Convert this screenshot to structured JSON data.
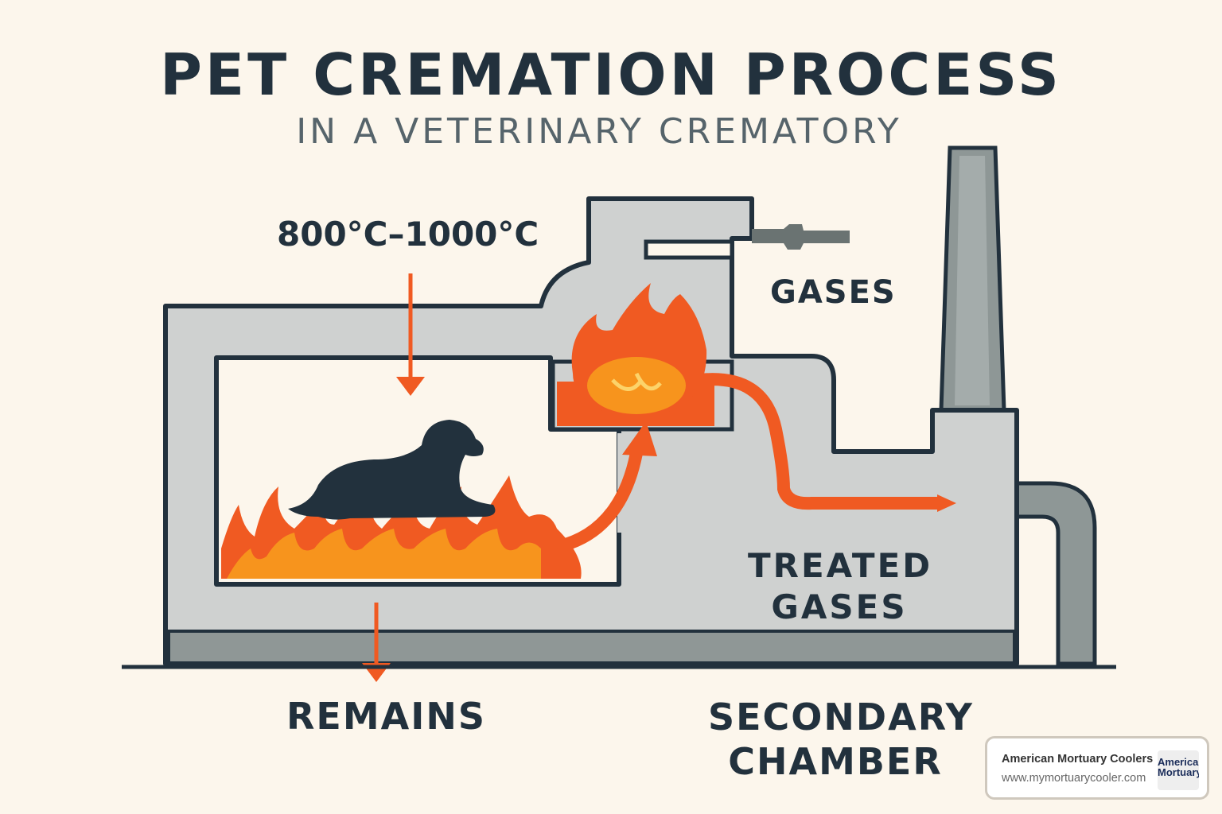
{
  "title": "PET CREMATION PROCESS",
  "subtitle": "IN A VETERINARY CREMATORY",
  "labels": {
    "temperature": "800°C–1000°C",
    "gases": "GASES",
    "treated_gases_1": "TREATED",
    "treated_gases_2": "GASES",
    "remains": "REMAINS",
    "secondary_1": "SECONDARY",
    "secondary_2": "CHAMBER"
  },
  "watermark": {
    "name": "American Mortuary Coolers",
    "url": "www.mymortuarycooler.com",
    "logo_text": "American Mortuary"
  },
  "colors": {
    "dark": "#22313d",
    "gray": "#cfd1d0",
    "orange": "#f05a22",
    "flame": "#f7941d",
    "background": "#fcf6ec"
  }
}
